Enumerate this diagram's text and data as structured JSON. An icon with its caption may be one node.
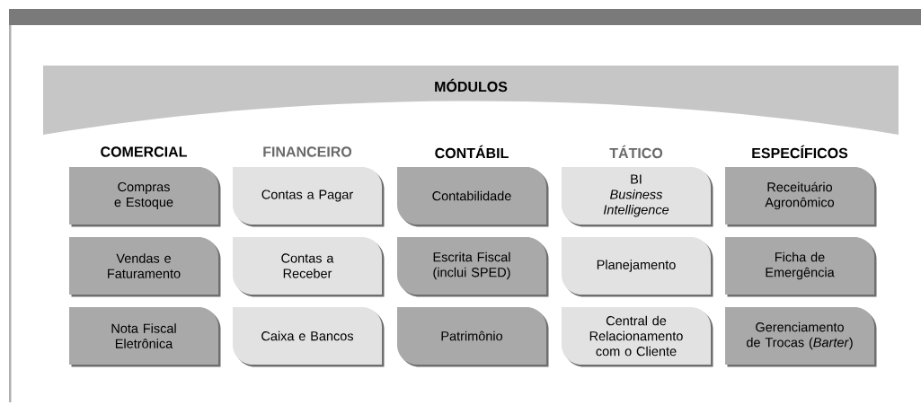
{
  "diagram": {
    "nodes": [
      {
        "text": [
          "MÓDULOS"
        ]
      },
      {
        "text": [
          "Compras e Estoque"
        ]
      },
      {
        "text": [
          "Contas a Pagar"
        ]
      },
      {
        "text": [
          "Contabilidade"
        ]
      },
      {
        "text": [
          "BI",
          "Business Intelligence"
        ]
      },
      {
        "text": [
          "Receituário Agronômico"
        ]
      },
      {
        "text": [
          "Vendas e Faturamento"
        ]
      },
      {
        "text": [
          "Contas a Receber"
        ]
      },
      {
        "text": [
          "Escrita Fiscal (inclui SPED)"
        ]
      },
      {
        "text": [
          "Planejamento"
        ]
      },
      {
        "text": [
          "Ficha de Emergência"
        ]
      },
      {
        "text": [
          "Nota Fiscal Eletrônica"
        ]
      },
      {
        "text": [
          "Caixa e Bancos"
        ]
      },
      {
        "text": [
          "Patrimônio"
        ]
      },
      {
        "text": [
          "Central de Relacionamento com o Cliente"
        ]
      },
      {
        "text": [
          "Gerenciamento de Trocas (*Barter*)"
        ]
      }
    ],
    "labels": [
      "COMERCIAL",
      "FINANCEIRO",
      "CONTÁBIL",
      "TÁTICO",
      "ESPECÍFICOS"
    ]
  }
}
